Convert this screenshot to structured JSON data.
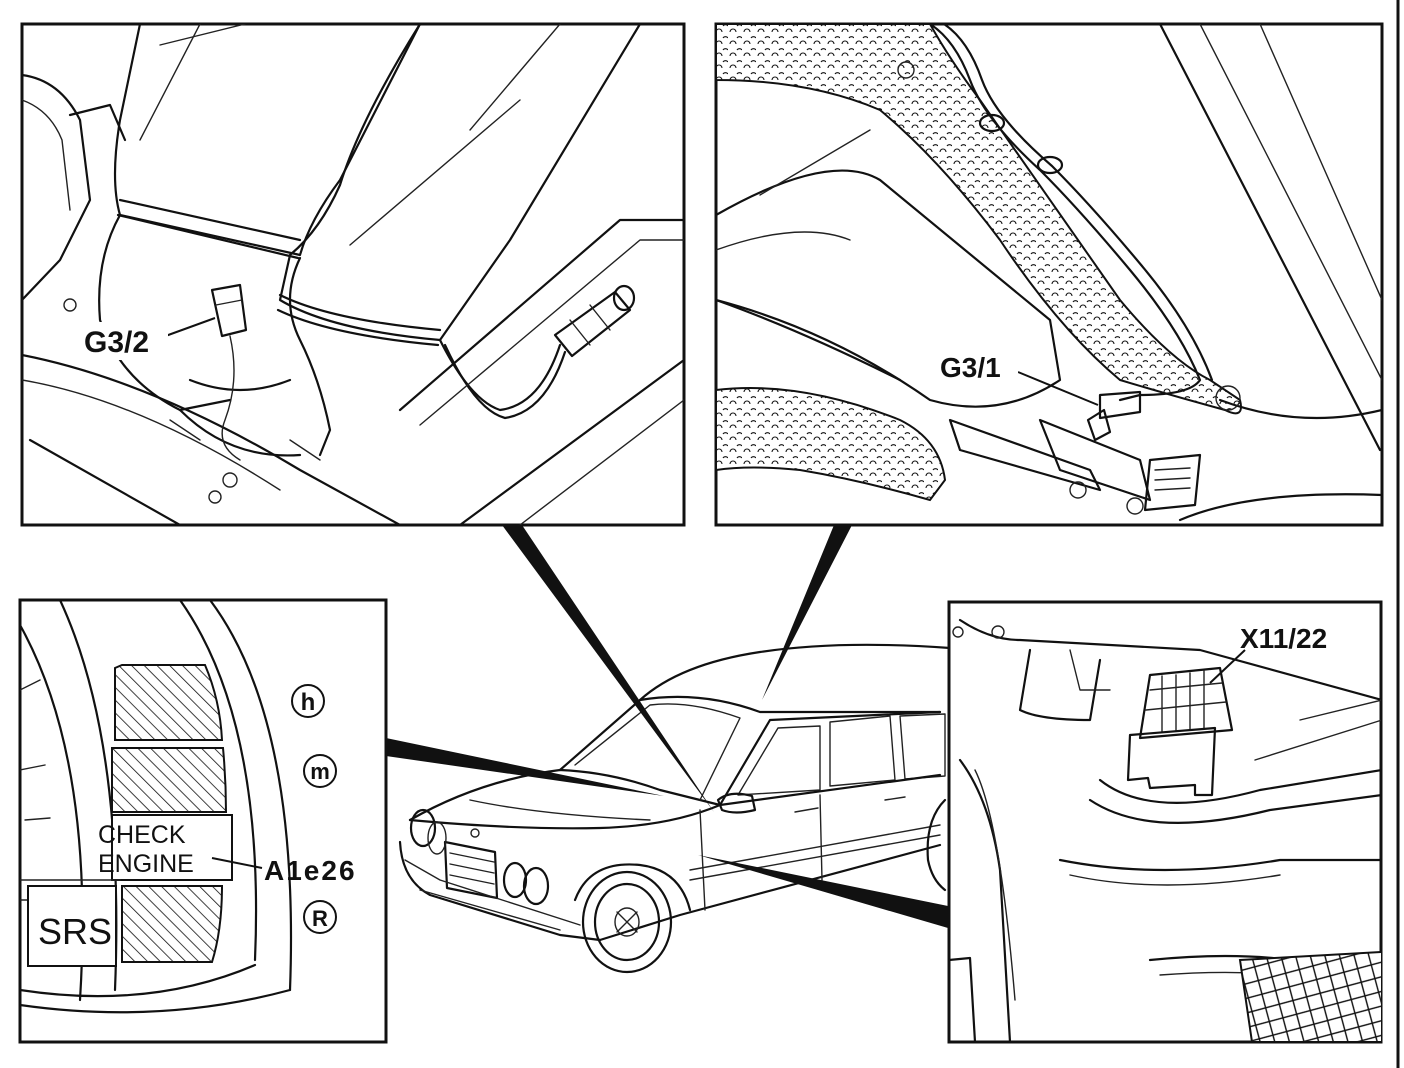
{
  "labels": {
    "g3_2": "G3/2",
    "g3_1": "G3/1",
    "x11_22": "X11/22",
    "check": "CHECK",
    "engine": "ENGINE",
    "a1e26": "A1e26",
    "srs": "SRS",
    "gauge_h": "h",
    "gauge_m": "m",
    "gauge_r": "R"
  }
}
